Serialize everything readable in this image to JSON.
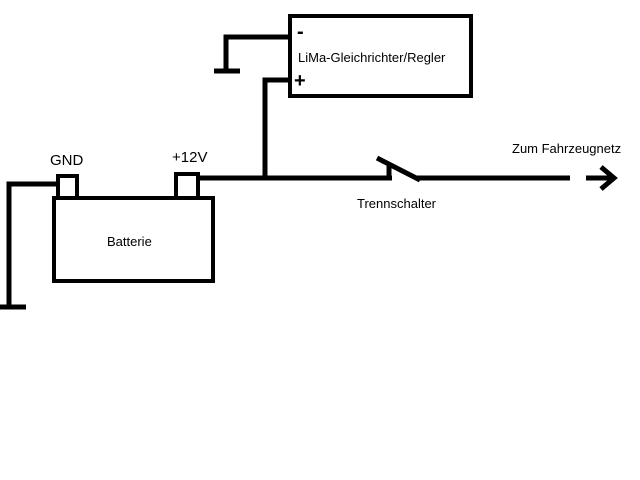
{
  "components": {
    "battery": {
      "label": "Batterie",
      "terminal_negative": "GND",
      "terminal_positive": "+12V"
    },
    "rectifier": {
      "label": "LiMa-Gleichrichter/Regler",
      "minus_sign": "-",
      "plus_sign": "+"
    },
    "switch": {
      "label": "Trennschalter"
    },
    "output": {
      "label": "Zum Fahrzeugnetz"
    }
  }
}
